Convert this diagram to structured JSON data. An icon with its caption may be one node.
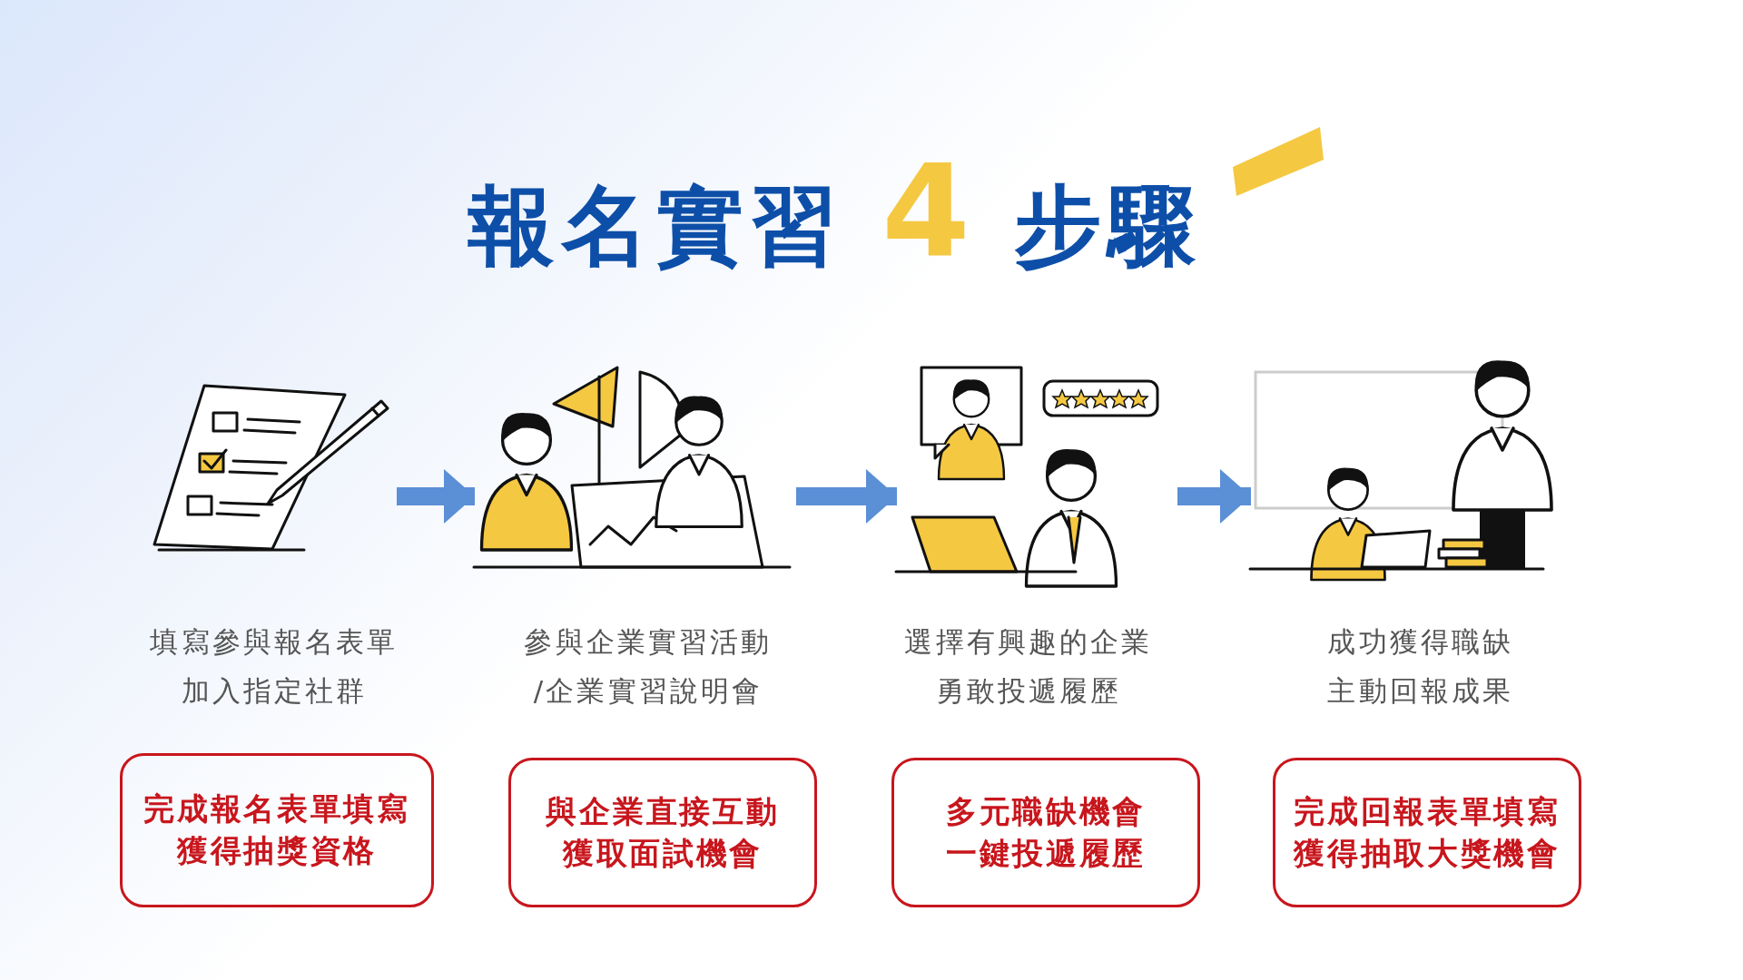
{
  "diagram": {
    "title": "報名實習 4 步驟",
    "nodes": [
      {
        "text": [],
        "shape": "picture",
        "beside": [
          "填寫參與報名表單加入指定社群"
        ]
      },
      {
        "text": [],
        "shape": "picture",
        "beside": [
          "參與企業實習活動/企業實習說明會"
        ]
      },
      {
        "text": [],
        "shape": "picture",
        "beside": [
          "選擇有興趣的企業勇敢投遞履歷"
        ]
      },
      {
        "text": [],
        "shape": "picture",
        "beside": [
          "成功獲得職缺主動回報成果"
        ]
      },
      {
        "text": [
          "完成報名表單填寫獲得抽獎資格"
        ]
      },
      {
        "text": [
          "與企業直接互動獲取面試機會"
        ]
      },
      {
        "text": [
          "多元職缺機會一鍵投遞履歷"
        ]
      },
      {
        "text": [
          "完成回報表單填寫獲得抽取大獎機會"
        ]
      }
    ],
    "edges": [
      {
        "from": 0,
        "to": 1,
        "arrow": "to"
      },
      {
        "from": 1,
        "to": 2,
        "arrow": "to"
      },
      {
        "from": 2,
        "to": 3,
        "arrow": "to"
      }
    ]
  }
}
